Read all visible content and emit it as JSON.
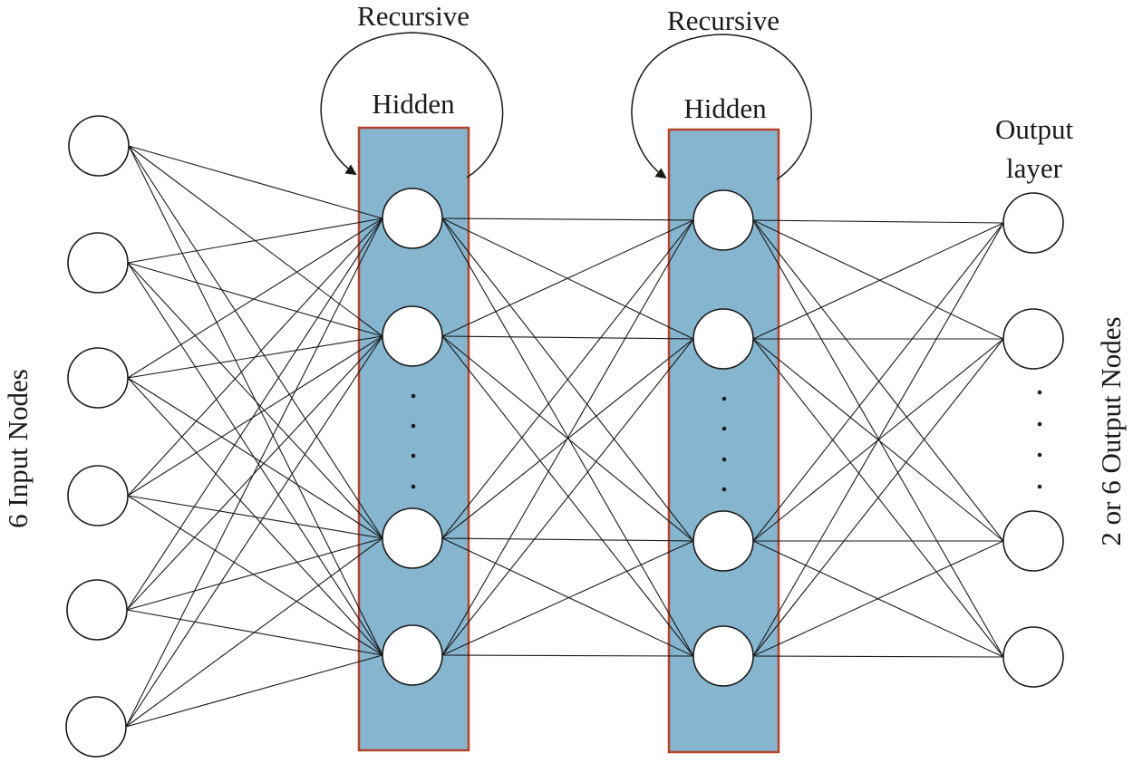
{
  "labels": {
    "recursive_1": "Recursive",
    "recursive_2": "Recursive",
    "hidden_1": "Hidden",
    "hidden_2": "Hidden",
    "output_line1": "Output",
    "output_line2": "layer",
    "input_nodes": "6 Input Nodes",
    "output_nodes": "2 or 6 Output Nodes"
  },
  "colors": {
    "hidden_fill": "#85b5cf",
    "hidden_border": "#b5442c",
    "line": "#1a1a1a",
    "node_fill": "#ffffff"
  },
  "network": {
    "input_nodes_drawn": 6,
    "hidden_layers": 2,
    "hidden_nodes_drawn_per_layer": 4,
    "output_nodes_drawn": 4,
    "fully_connected": true,
    "ellipsis_in_hidden": true,
    "ellipsis_in_output": true
  }
}
